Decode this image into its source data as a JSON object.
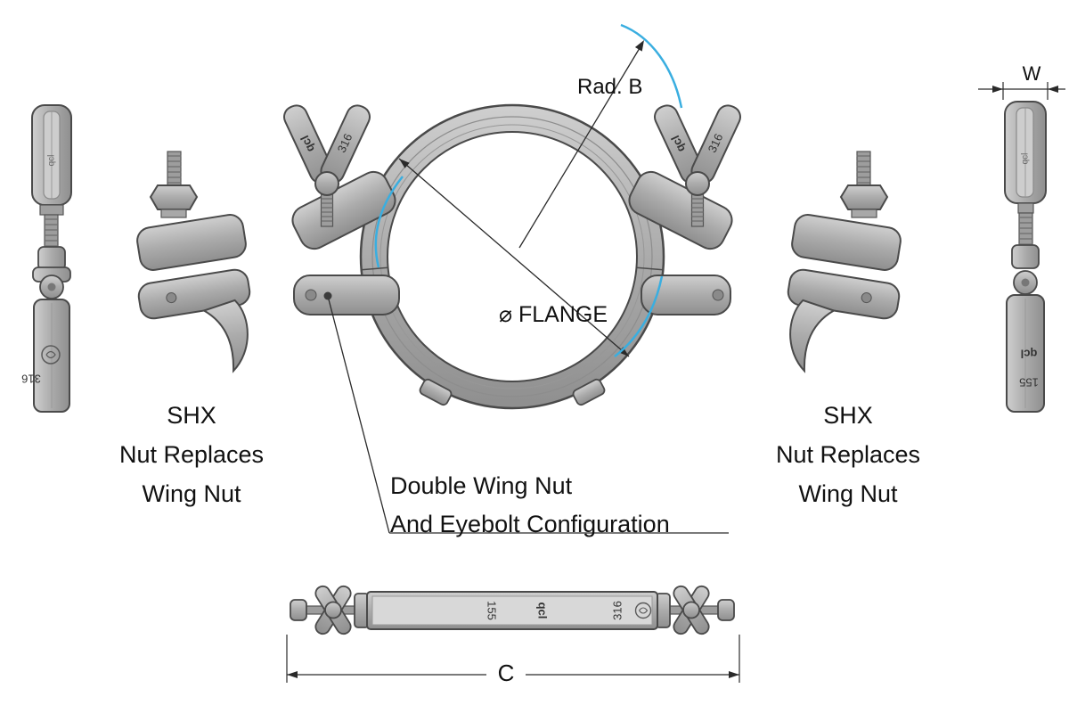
{
  "drawing": {
    "labels": {
      "rad_b": "Rad. B",
      "flange": "⌀ FLANGE",
      "dim_w": "W",
      "dim_c": "C"
    },
    "notes": {
      "shx": {
        "line1": "SHX",
        "line2": "Nut Replaces",
        "line3": "Wing Nut"
      },
      "config": {
        "line1": "Double Wing Nut",
        "line2": "And Eyebolt Configuration"
      }
    },
    "part_markings": {
      "brand": "qcl",
      "material": "316",
      "size": "155"
    },
    "colors": {
      "metal": "#a9a9a9",
      "metal_light": "#cfcfcf",
      "metal_dark": "#8f8f8f",
      "outline": "#4a4a4a",
      "highlight_blue": "#3aaee0",
      "dimension": "#2a2a2a",
      "text": "#111111"
    }
  }
}
